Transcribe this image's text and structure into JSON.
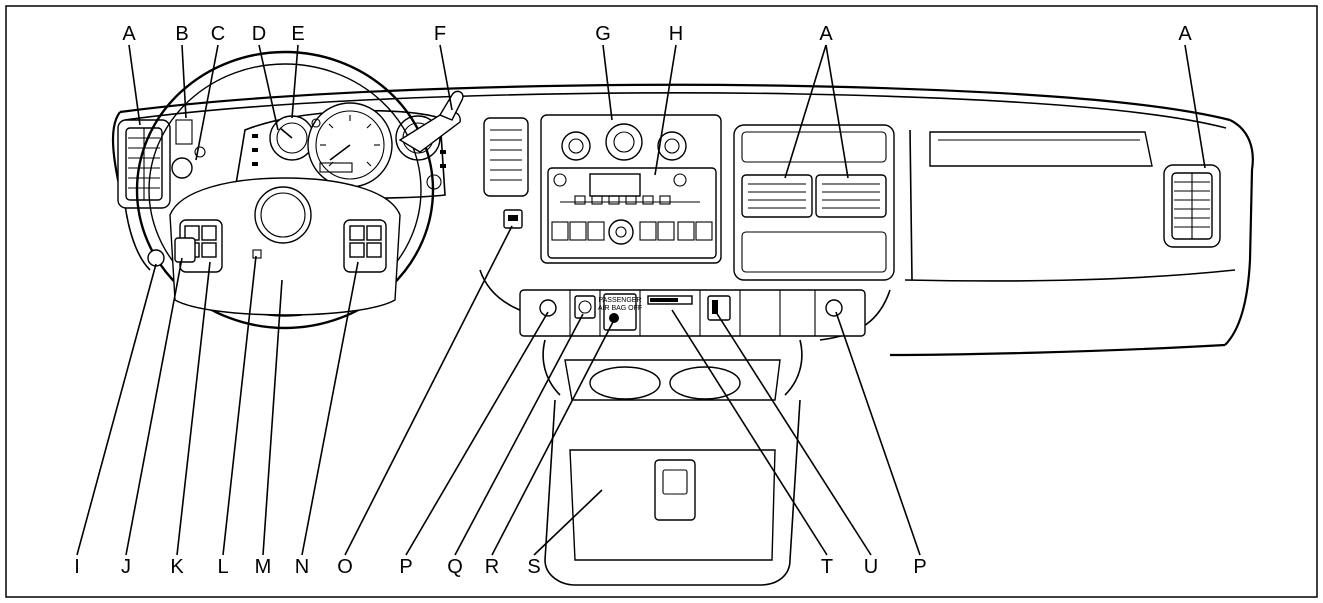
{
  "diagram": {
    "callouts_top": [
      {
        "id": "A1",
        "letter": "A"
      },
      {
        "id": "B",
        "letter": "B"
      },
      {
        "id": "C",
        "letter": "C"
      },
      {
        "id": "D",
        "letter": "D"
      },
      {
        "id": "E",
        "letter": "E"
      },
      {
        "id": "F",
        "letter": "F"
      },
      {
        "id": "G",
        "letter": "G"
      },
      {
        "id": "H",
        "letter": "H"
      },
      {
        "id": "A2",
        "letter": "A"
      },
      {
        "id": "A3",
        "letter": "A"
      }
    ],
    "callouts_bottom": [
      {
        "id": "I",
        "letter": "I"
      },
      {
        "id": "J",
        "letter": "J"
      },
      {
        "id": "K",
        "letter": "K"
      },
      {
        "id": "L",
        "letter": "L"
      },
      {
        "id": "M",
        "letter": "M"
      },
      {
        "id": "N",
        "letter": "N"
      },
      {
        "id": "O",
        "letter": "O"
      },
      {
        "id": "P1",
        "letter": "P"
      },
      {
        "id": "Q",
        "letter": "Q"
      },
      {
        "id": "R",
        "letter": "R"
      },
      {
        "id": "S",
        "letter": "S"
      },
      {
        "id": "T",
        "letter": "T"
      },
      {
        "id": "U",
        "letter": "U"
      },
      {
        "id": "P2",
        "letter": "P"
      }
    ],
    "switch_text": {
      "rear_lock": "PASSENGER",
      "rear_lock_line2": "AIR BAG OFF"
    }
  }
}
